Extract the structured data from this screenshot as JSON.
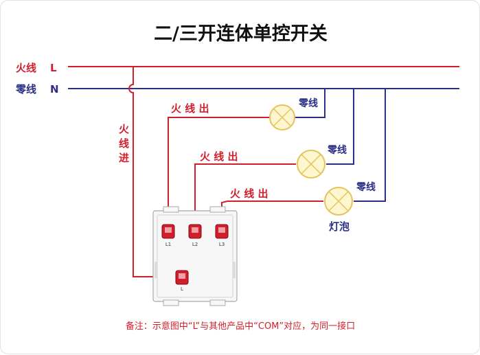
{
  "title": "二/三开连体单控开关",
  "colors": {
    "live": "#d21e2b",
    "neutral": "#2b2f85",
    "label_red": "#d21e2b",
    "label_blue": "#2b2f85",
    "switch_plate": "#f7f7f7",
    "terminal": "#d21e2b",
    "bulb_fill": "#fdf6cf",
    "bulb_stroke": "#e4c35a"
  },
  "lines": {
    "live_label": "火线",
    "live_letter": "L",
    "neutral_label": "零线",
    "neutral_letter": "N"
  },
  "wire_labels": {
    "live_in": [
      "火",
      "线",
      "进"
    ],
    "live_out_1": "火 线 出",
    "live_out_2": "火 线 出",
    "live_out_3": "火 线 出",
    "neutral_1": "零线",
    "neutral_2": "零线",
    "neutral_3": "零线",
    "bulb": "灯泡"
  },
  "switch": {
    "terminals": [
      "L1",
      "L2",
      "L3"
    ],
    "common_terminal": "L"
  },
  "note": "备注：示意图中“L”与其他产品中“COM”对应，为同一接口"
}
